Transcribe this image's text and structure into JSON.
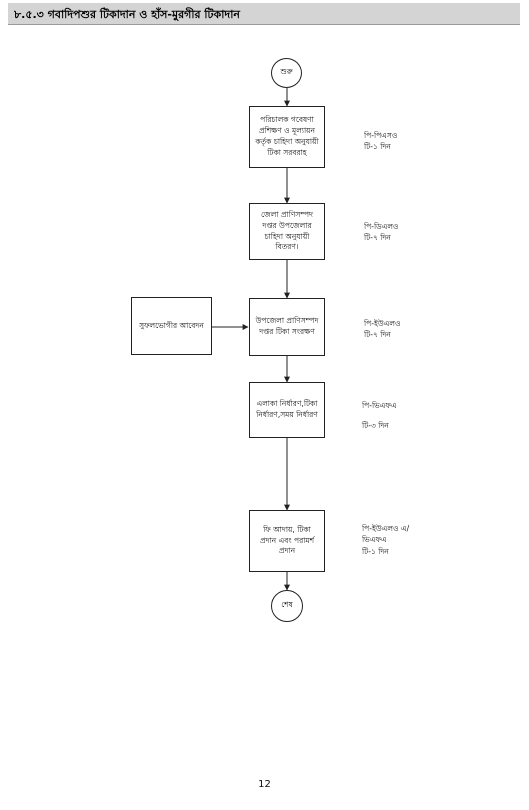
{
  "header": {
    "title": "৮.৫.৩ গবাদিপশুর টিকাদান ও হাঁস-মুরগীর টিকাদান"
  },
  "flow": {
    "start_label": "শুরু",
    "end_label": "শেষ",
    "steps": [
      {
        "text": "পরিচালক গবেষণা প্রশিক্ষণ ও মূল্যায়ন কর্তৃক চাহিদা অনুযায়ী টিকা সরবরাহ",
        "actor": "পি-পিএসও",
        "time": "টি-১ দিন"
      },
      {
        "text": "জেলা প্রাণিসম্পদ দপ্তর উপজেলার চাহিদা অনুযায়ী বিতরণ।",
        "actor": "পি-ডিএলও",
        "time": "টি-৭ দিন"
      },
      {
        "text": "উপজেলা প্রাণিসম্পদ দপ্তর টিকা সংরক্ষণ",
        "actor": "পি-ইউএলও",
        "time": "টি-৭ দিন"
      },
      {
        "text": "এলাকা নির্ধারণ,টিকা নির্ধারণ,সময় নির্ধারণ",
        "actor": "পি-ভিএফএ",
        "time": "টি-৩ দিন"
      },
      {
        "text": "ফি আদায়, টিকা প্রদান এবং পরামর্শ প্রদান",
        "actor": "পি-ইউএলও এ/ ভিএফএ",
        "time": "টি-১ দিন"
      }
    ],
    "side_input": {
      "text": "সুফলভোগীর আবেদন"
    }
  },
  "page_number": "12"
}
